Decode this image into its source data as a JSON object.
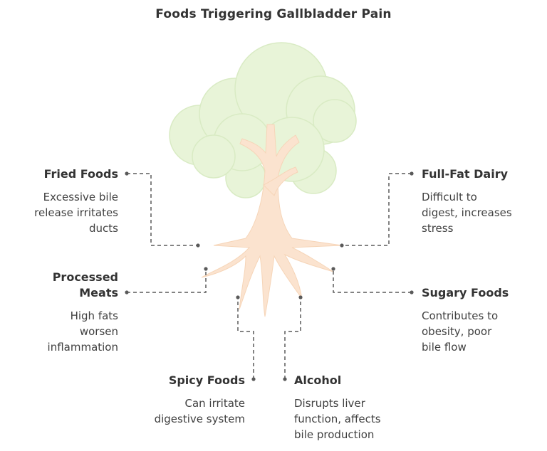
{
  "title": "Foods Triggering Gallbladder Pain",
  "items": [
    {
      "id": "fried",
      "heading": "Fried Foods",
      "text": [
        "Excessive bile",
        "release irritates",
        "ducts"
      ]
    },
    {
      "id": "processed",
      "heading": [
        "Processed",
        "Meats"
      ],
      "text": [
        "High fats",
        "worsen",
        "inflammation"
      ]
    },
    {
      "id": "spicy",
      "heading": "Spicy Foods",
      "text": [
        "Can irritate",
        "digestive system"
      ]
    },
    {
      "id": "alcohol",
      "heading": "Alcohol",
      "text": [
        "Disrupts liver",
        "function, affects",
        "bile production"
      ]
    },
    {
      "id": "dairy",
      "heading": "Full-Fat Dairy",
      "text": [
        "Difficult to",
        "digest, increases",
        "stress"
      ]
    },
    {
      "id": "sugary",
      "heading": "Sugary Foods",
      "text": [
        "Contributes to",
        "obesity, poor",
        "bile flow"
      ]
    }
  ],
  "colors": {
    "foliage": "#e8f4d8",
    "foliage_stroke": "#d6e9bf",
    "trunk": "#fbe3cf",
    "connector": "#5a5a5a"
  }
}
